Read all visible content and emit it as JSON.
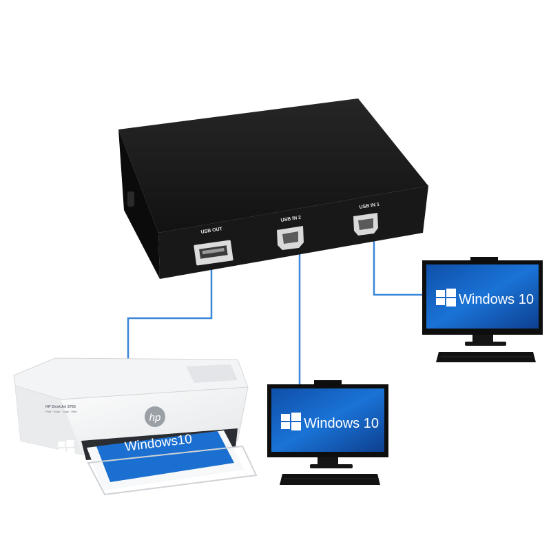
{
  "switch": {
    "port_usb_out": "USB OUT",
    "port_usb_in_2": "USB IN 2",
    "port_usb_in_1": "USB IN 1"
  },
  "monitor_right": {
    "logo_text": "Windows 10"
  },
  "monitor_left": {
    "logo_text": "Windows 10"
  },
  "printer": {
    "brand": "hp",
    "model_line1": "HP DeskJet 3755",
    "model_line2": "Print · Scan · Copy · Web",
    "paper_text": "Windows10"
  },
  "colors": {
    "cable": "#3a86d8",
    "switch_body": "#141414",
    "screen_blue": "#1565c8"
  }
}
